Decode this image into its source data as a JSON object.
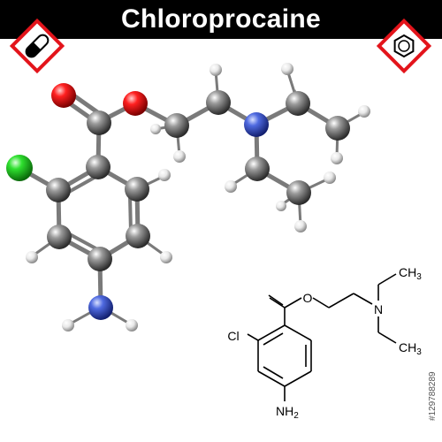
{
  "title": "Chloroprocaine",
  "watermark": "#129788289",
  "colors": {
    "banner": "#000000",
    "title_text": "#ffffff",
    "hazard_border": "#e3141b",
    "carbon": "#7a7a7a",
    "oxygen": "#e3141b",
    "nitrogen": "#3c55c8",
    "chlorine": "#34d134",
    "hydrogen": "#e6e6e6"
  },
  "icons": {
    "left": "pill-capsule-icon",
    "right": "benzene-ring-icon"
  },
  "structure_labels": {
    "o_ester": "O",
    "n_amine": "N",
    "cl": "Cl",
    "nh2_prefix": "NH",
    "nh2_sub": "2",
    "ch3_top_prefix": "CH",
    "ch3_top_sub": "3",
    "ch3_bottom_prefix": "CH",
    "ch3_bottom_sub": "3"
  }
}
